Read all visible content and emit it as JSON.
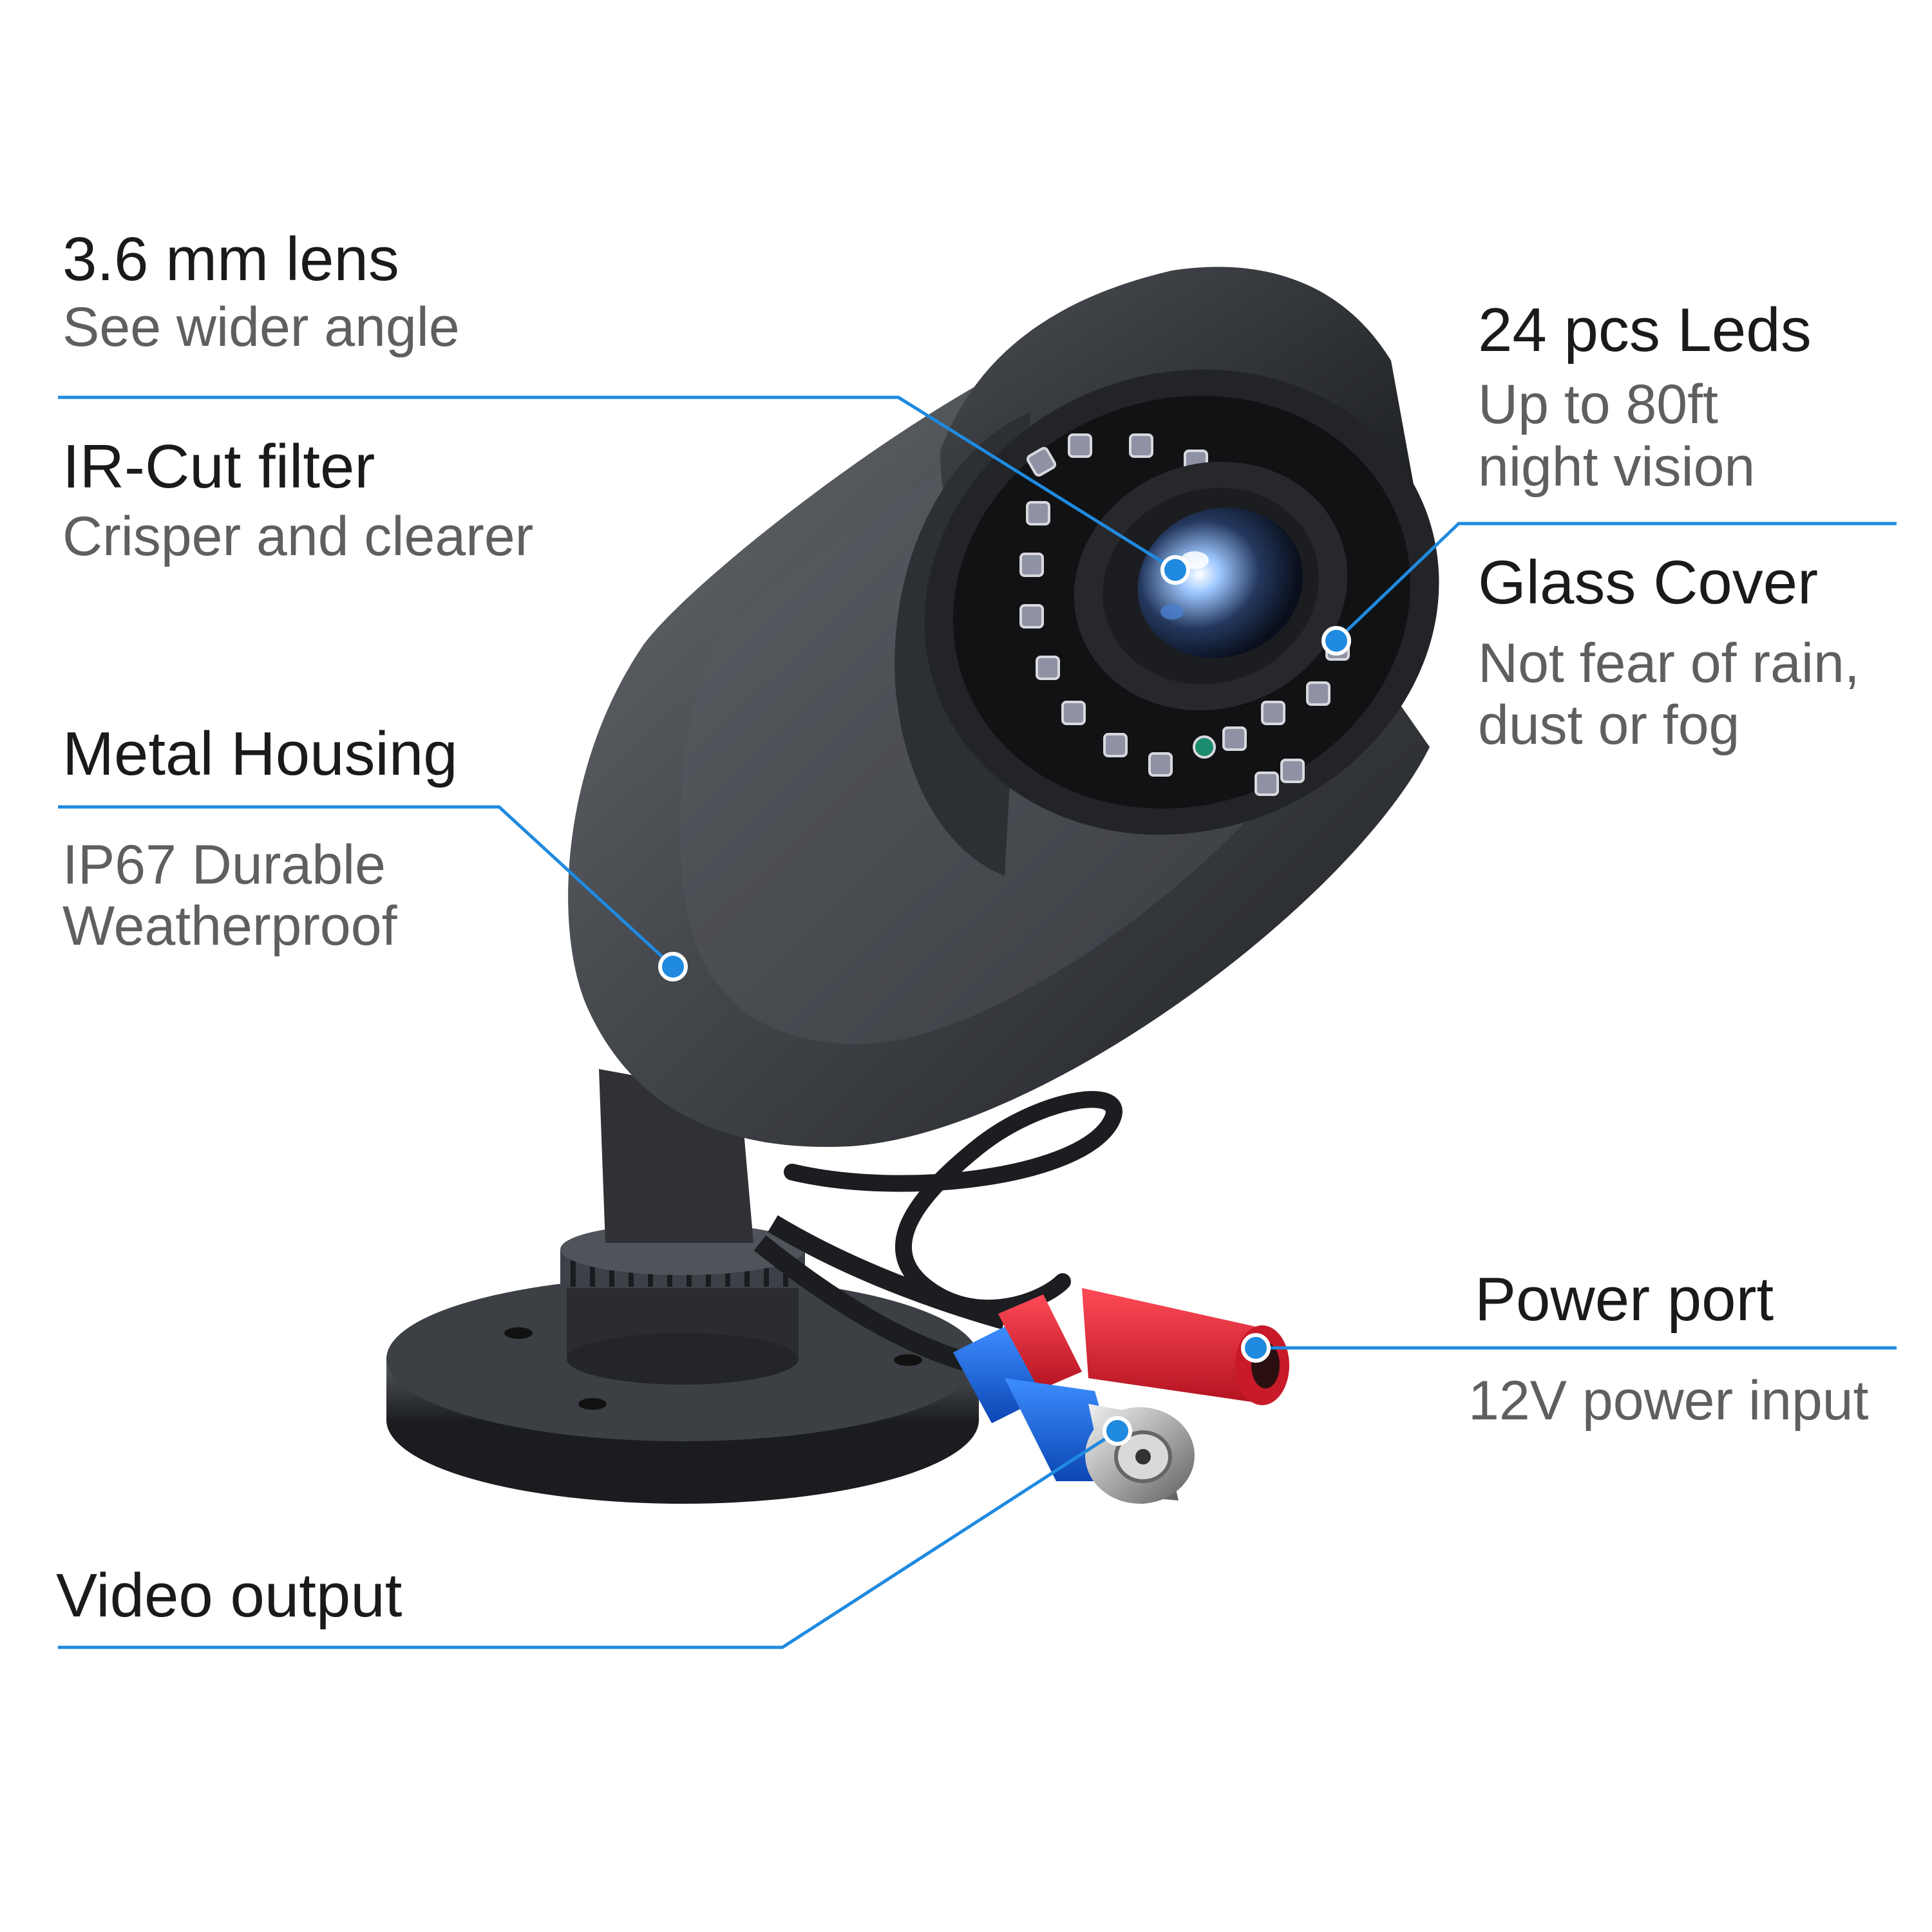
{
  "accent_color": "#1f8ae0",
  "callouts": {
    "lens": {
      "title": "3.6 mm lens",
      "lines": [
        "See wider angle"
      ]
    },
    "ircut": {
      "title": "IR-Cut filter",
      "lines": [
        "Crisper and clearer"
      ]
    },
    "housing": {
      "title": "Metal Housing",
      "lines": [
        "IP67 Durable",
        "Weatherproof"
      ]
    },
    "video": {
      "title": "Video output",
      "lines": []
    },
    "leds": {
      "title": "24 pcs Leds",
      "lines": [
        "Up to 80ft",
        "night vision"
      ]
    },
    "glass": {
      "title": "Glass Cover",
      "lines": [
        "Not fear of rain,",
        "dust or fog"
      ]
    },
    "power": {
      "title": "Power port",
      "lines": [
        "12V power input"
      ]
    }
  }
}
